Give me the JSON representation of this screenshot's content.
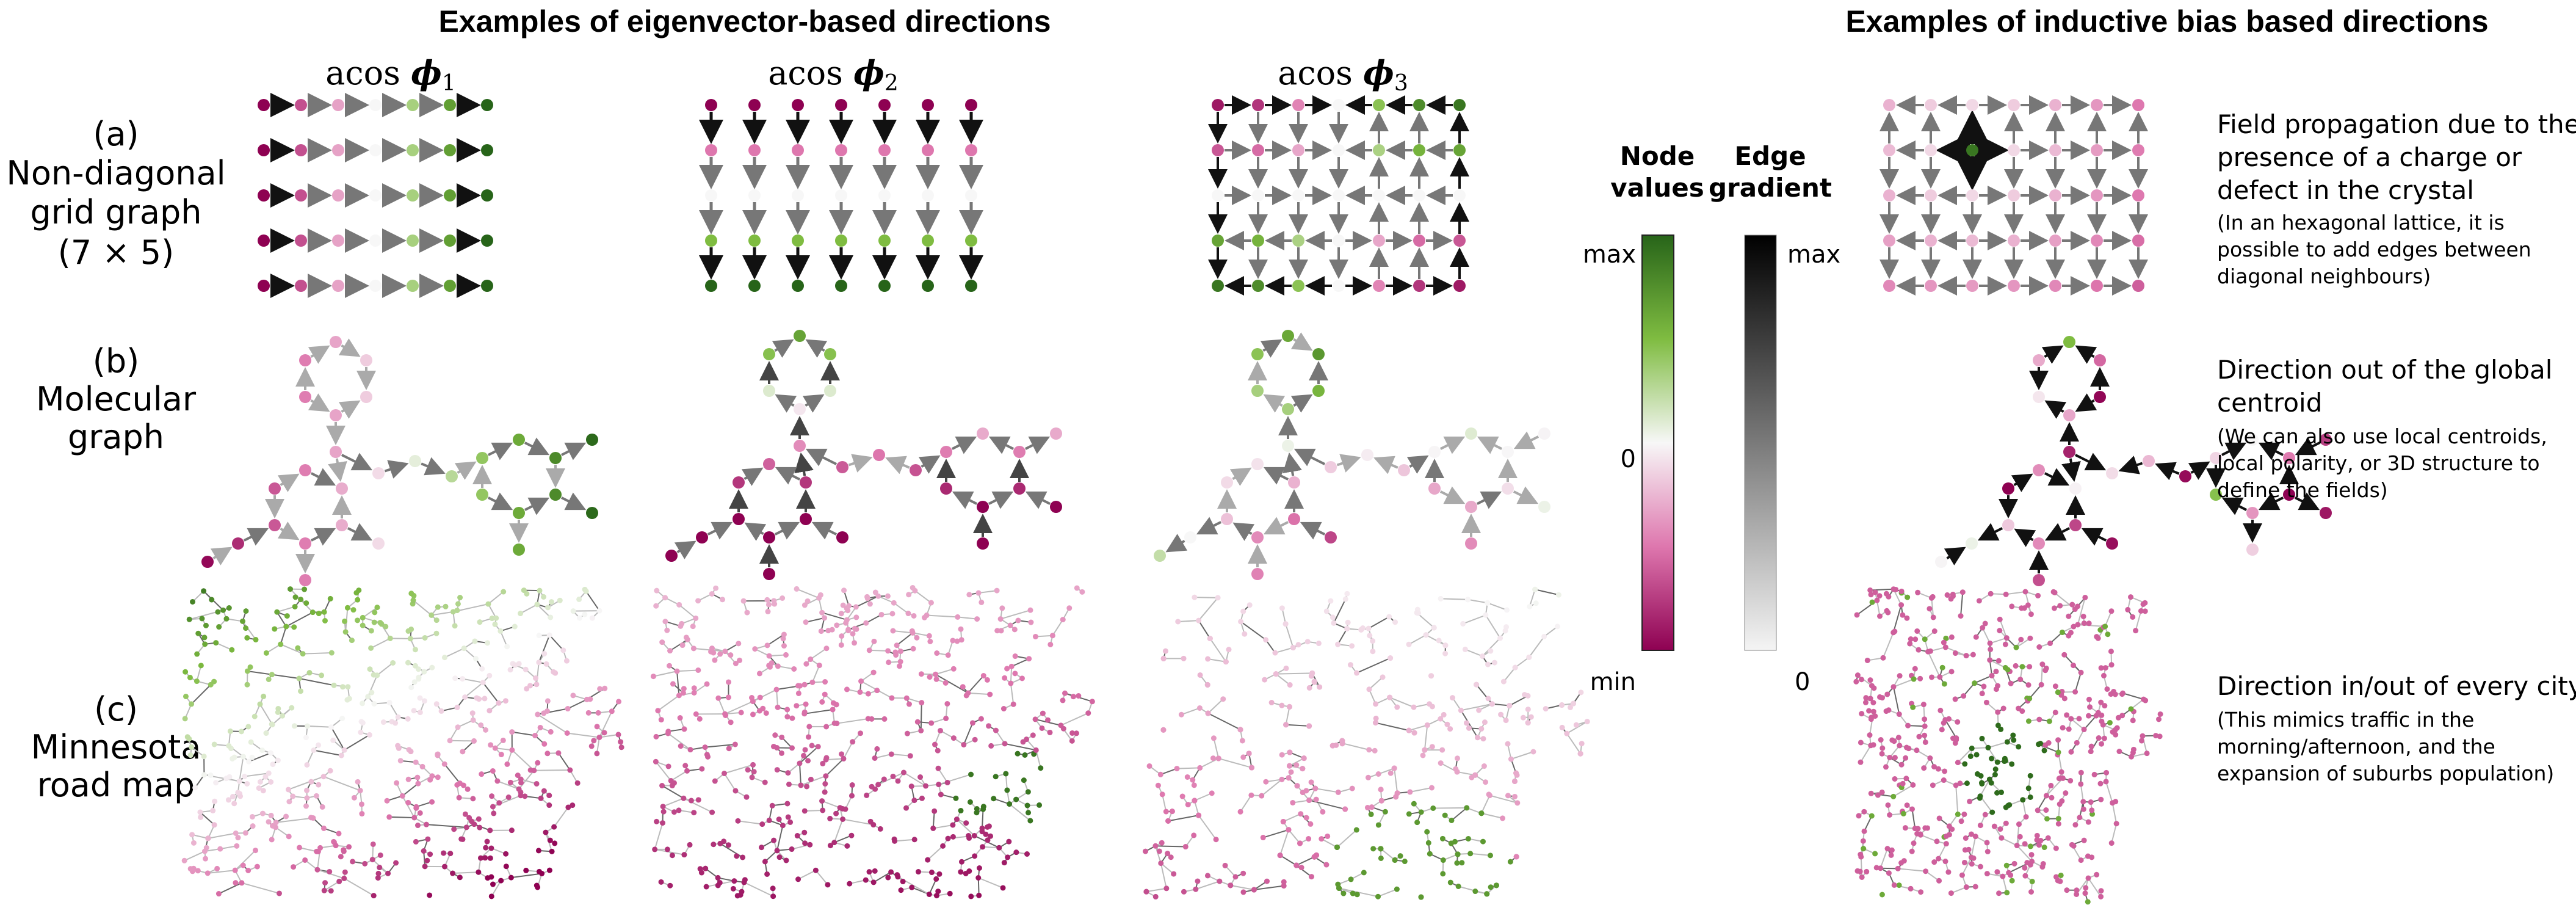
{
  "titles": {
    "eigen": "Examples of eigenvector-based directions",
    "inductive": "Examples of inductive bias based directions"
  },
  "columns": [
    {
      "prefix": "acos ",
      "symbol": "ϕ",
      "sub": "1"
    },
    {
      "prefix": "acos ",
      "symbol": "ϕ",
      "sub": "2"
    },
    {
      "prefix": "acos ",
      "symbol": "ϕ",
      "sub": "3"
    }
  ],
  "rows": [
    {
      "label_lines": [
        "(a)",
        "Non-diagonal",
        "grid graph",
        "(7 × 5)"
      ]
    },
    {
      "label_lines": [
        "(b)",
        "Molecular",
        "graph"
      ]
    },
    {
      "label_lines": [
        "(c)",
        "Minnesota",
        "road map"
      ]
    }
  ],
  "colorbars": {
    "node_title_lines": [
      "Node",
      "values"
    ],
    "node_max": "max",
    "node_zero": "0",
    "node_min": "min",
    "edge_title_lines": [
      "Edge",
      "gradient"
    ],
    "edge_max": "max",
    "edge_zero": "0"
  },
  "descriptions": [
    {
      "main_lines": [
        "Field propagation due to the",
        "presence of a charge or",
        "defect in the crystal"
      ],
      "note_lines": [
        "(In an hexagonal lattice, it is",
        "possible to add edges between",
        "diagonal neighbours)"
      ]
    },
    {
      "main_lines": [
        "Direction out of the global",
        "centroid"
      ],
      "note_lines": [
        "(We can also use local centroids,",
        "local polarity, or 3D structure to",
        "define the fields)"
      ]
    },
    {
      "main_lines": [
        "Direction in/out of every city"
      ],
      "note_lines": [
        "(This mimics traffic in the",
        "morning/afternoon, and the",
        "expansion of suburbs population)"
      ]
    }
  ],
  "colors": {
    "node_max": "#276419",
    "node_mid_high": "#7fbc41",
    "node_zero": "#f7f7f7",
    "node_mid_low": "#de77ae",
    "node_min": "#8e0152",
    "edge_max": "#000000",
    "edge_zero": "#f2f2f2"
  }
}
